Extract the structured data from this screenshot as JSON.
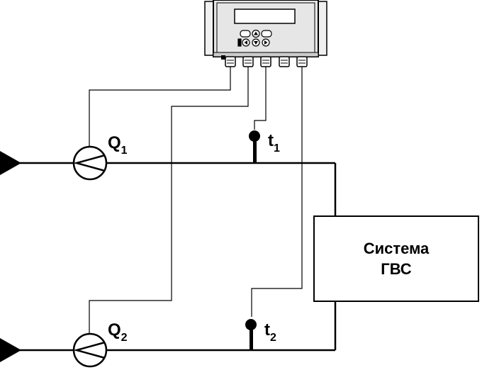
{
  "labels": {
    "q1": {
      "main": "Q",
      "sub": "1"
    },
    "q2": {
      "main": "Q",
      "sub": "2"
    },
    "t1": {
      "main": "t",
      "sub": "1"
    },
    "t2": {
      "main": "t",
      "sub": "2"
    }
  },
  "system_box": {
    "line1": "Система",
    "line2": "ГВС"
  },
  "colors": {
    "line": "#000000",
    "device_body": "#e6e6e6",
    "display": "#ffffff"
  },
  "icons": {
    "flow_meter": "flow-meter-icon",
    "temp_sensor": "temperature-sensor-icon",
    "flow_arrow": "flow-arrow-icon",
    "controller": "heat-calculator-unit"
  }
}
